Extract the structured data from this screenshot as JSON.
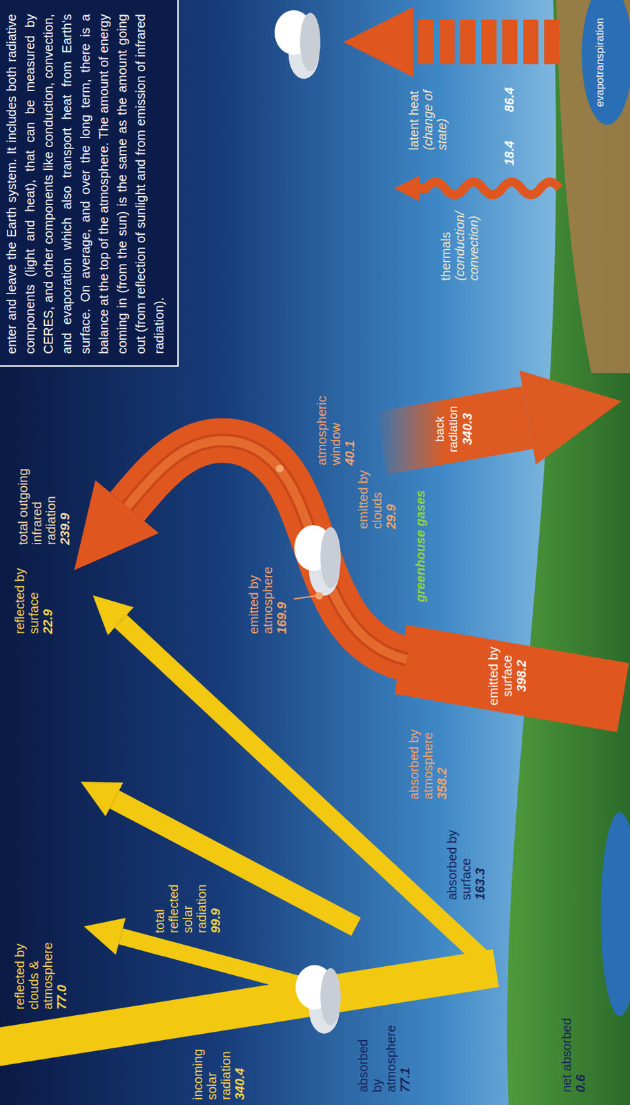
{
  "diagram": {
    "nodes": [
      {
        "text": [
          "enter and leave the Earth system. It includes both radiative components (light and heat), that can be measured by CERES, and other components like conduction, convection, and evaporation which also transport heat from Earth's surface. On average, and over the long term, there is a balance at the top of the atmosphere. The amount of energy coming in (from the sun) is the same as the amount going out (from reflection of sunlight and from emission of infrared radiation)."
        ]
      }
    ],
    "labels": [
      "incoming solar radiation",
      "340.4",
      "reflected by clouds & atmosphere",
      "77.0",
      "total reflected solar radiation",
      "99.9",
      "reflected by surface",
      "22.9",
      "total outgoing infrared radiation",
      "239.9",
      "emitted by atmosphere",
      "169.9",
      "absorbed by atmosphere",
      "358.2",
      "emitted by surface",
      "398.2",
      "atmospheric window",
      "40.1",
      "emitted by clouds",
      "29.9",
      "greenhouse gases",
      "back radiation",
      "340.3",
      "thermals",
      "(conduction/ convection)",
      "18.4",
      "latent heat",
      "(change of state)",
      "86.4",
      "evapotranspiration",
      "absorbed by surface",
      "163.3",
      "absorbed by atmosphere",
      "77.1",
      "net absorbed",
      "0.6"
    ]
  }
}
